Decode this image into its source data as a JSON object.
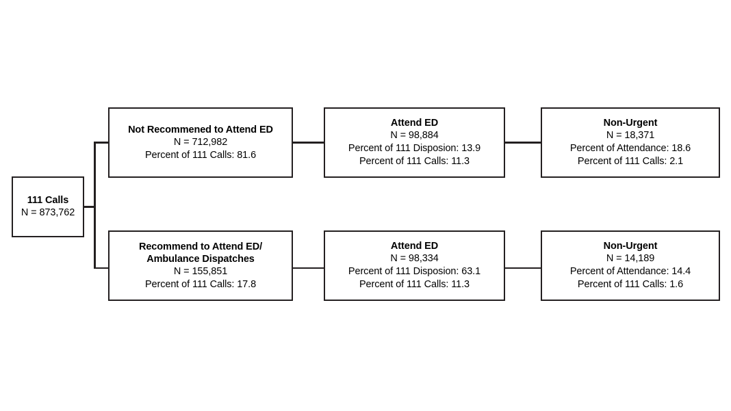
{
  "figure": {
    "type": "flowchart",
    "orientation": "left-to-right",
    "root": {
      "title": "111 Calls",
      "n_line": "N = 873,762"
    },
    "branches": [
      {
        "id": "not-recommended",
        "level1": {
          "title": "Not Recommened to Attend ED",
          "n_line": "N = 712,982",
          "pct_calls_line": "Percent of 111 Calls: 81.6"
        },
        "level2": {
          "title": "Attend ED",
          "n_line": "N = 98,884",
          "pct_disposition_line": "Percent of 111 Disposion: 13.9",
          "pct_calls_line": "Percent of 111 Calls: 11.3"
        },
        "level3": {
          "title": "Non-Urgent",
          "n_line": "N = 18,371",
          "pct_attendance_line": "Percent of Attendance: 18.6",
          "pct_calls_line": "Percent of 111 Calls: 2.1"
        }
      },
      {
        "id": "recommended",
        "level1": {
          "title_line1": "Recommend to Attend ED/",
          "title_line2": "Ambulance Dispatches",
          "n_line": "N = 155,851",
          "pct_calls_line": "Percent of 111 Calls: 17.8"
        },
        "level2": {
          "title": "Attend ED",
          "n_line": "N = 98,334",
          "pct_disposition_line": "Percent of 111 Disposion: 63.1",
          "pct_calls_line": "Percent of 111 Calls: 11.3"
        },
        "level3": {
          "title": "Non-Urgent",
          "n_line": "N = 14,189",
          "pct_attendance_line": "Percent of Attendance: 14.4",
          "pct_calls_line": "Percent of 111 Calls: 1.6"
        }
      }
    ],
    "colors": {
      "background": "#ffffff",
      "border": "#231f20",
      "text": "#000000"
    }
  }
}
